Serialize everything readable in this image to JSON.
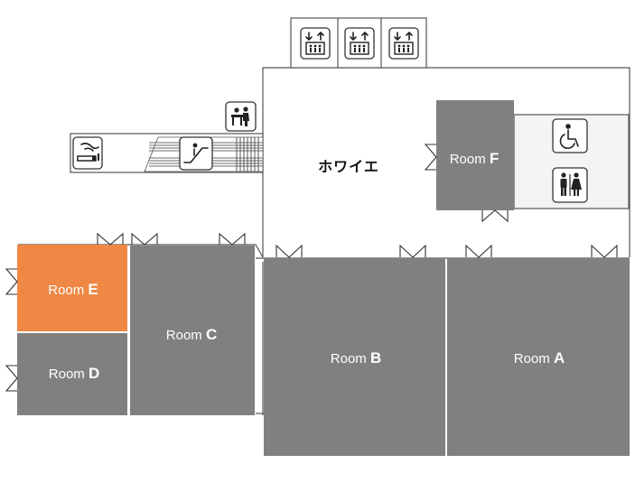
{
  "colors": {
    "room": "#808080",
    "highlighted_room": "#ef8844",
    "restroom_area": "#f3f4f3",
    "wall": "#555555",
    "background": "#ffffff"
  },
  "map": {
    "foyer_label": "ホワイエ",
    "rooms": [
      {
        "id": "A",
        "prefix": "Room",
        "letter": "A",
        "highlighted": false
      },
      {
        "id": "B",
        "prefix": "Room",
        "letter": "B",
        "highlighted": false
      },
      {
        "id": "C",
        "prefix": "Room",
        "letter": "C",
        "highlighted": false
      },
      {
        "id": "D",
        "prefix": "Room",
        "letter": "D",
        "highlighted": false
      },
      {
        "id": "E",
        "prefix": "Room",
        "letter": "E",
        "highlighted": true
      },
      {
        "id": "F",
        "prefix": "Room",
        "letter": "F",
        "highlighted": false
      }
    ],
    "icons": [
      "elevator-icon",
      "elevator-icon",
      "elevator-icon",
      "reception-icon",
      "smoking-area-icon",
      "escalator-icon",
      "accessible-toilet-icon",
      "restroom-icon"
    ]
  }
}
